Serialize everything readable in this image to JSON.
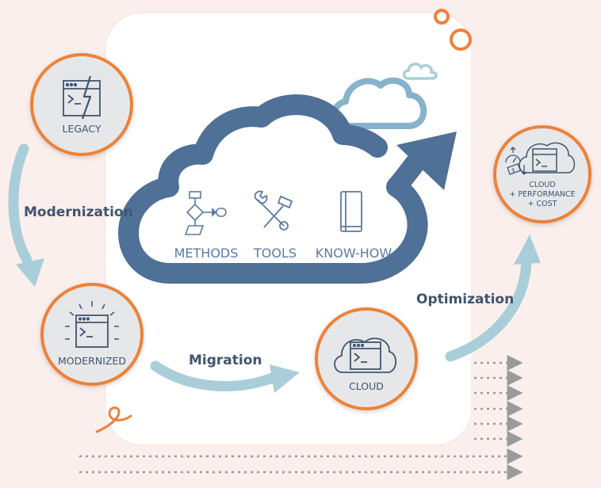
{
  "nodes": {
    "legacy": {
      "label": "LEGACY"
    },
    "modernized": {
      "label": "MODERNIZED"
    },
    "cloud": {
      "label": "CLOUD"
    },
    "optimized": {
      "line1": "CLOUD",
      "line2": "+ PERFORMANCE",
      "line3": "+ COST"
    }
  },
  "flows": {
    "modernization": "Modernization",
    "migration": "Migration",
    "optimization": "Optimization"
  },
  "toolkit": {
    "methods": "METHODS",
    "tools": "TOOLS",
    "knowhow": "KNOW-HOW"
  },
  "colors": {
    "cloud": "#4f7097",
    "arrow": "#a9ced9",
    "ring": "#ee8138",
    "icon": "#3f5570"
  },
  "icons": [
    "terminal-window-icon",
    "lightning-icon",
    "flowchart-icon",
    "tools-icon",
    "book-icon",
    "cloud-icon",
    "gauge-icon",
    "dollar-icon"
  ]
}
